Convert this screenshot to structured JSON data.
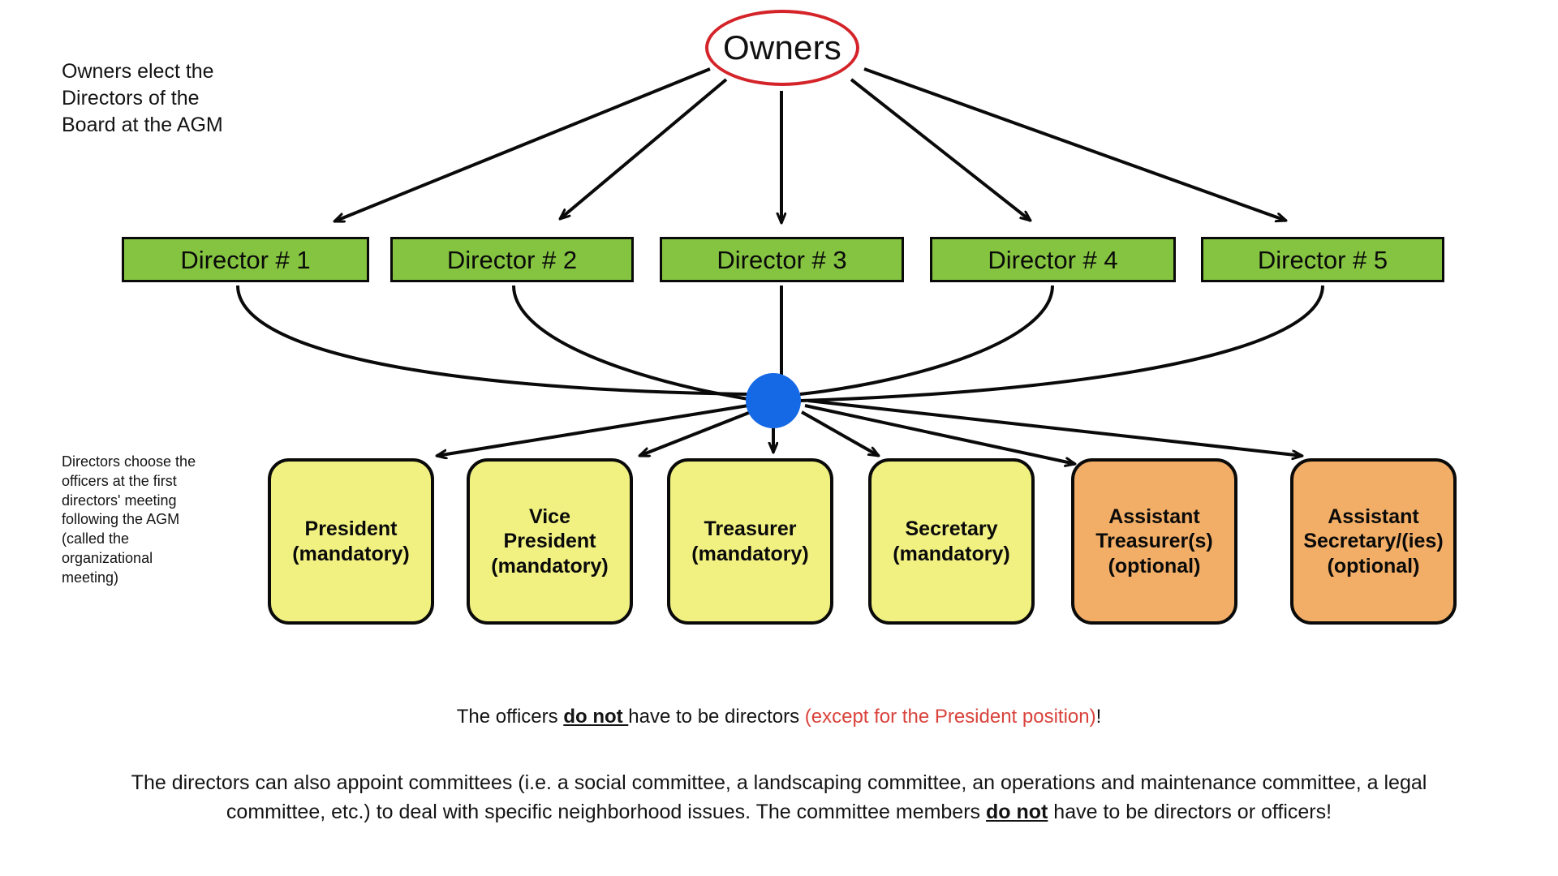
{
  "diagram": {
    "title_node": {
      "label": "Owners",
      "border_color": "#D4242A"
    },
    "notes": {
      "top_left": "Owners elect the\nDirectors of the\nBoard at the AGM",
      "mid_left": "Directors choose the\nofficers at the first\ndirectors' meeting\nfollowing the AGM\n(called the\norganizational\nmeeting)"
    },
    "directors": {
      "fill_color": "#85C440",
      "items": [
        {
          "label": "Director # 1"
        },
        {
          "label": "Director # 2"
        },
        {
          "label": "Director # 3"
        },
        {
          "label": "Director # 4"
        },
        {
          "label": "Director # 5"
        }
      ]
    },
    "hub": {
      "name": "board-of-directors-hub",
      "color": "#1569E5"
    },
    "officers": {
      "mandatory_fill": "#F1F182",
      "optional_fill": "#F2AE66",
      "items": [
        {
          "label": "President\n(mandatory)",
          "status": "mandatory"
        },
        {
          "label": "Vice\nPresident\n(mandatory)",
          "status": "mandatory"
        },
        {
          "label": "Treasurer\n(mandatory)",
          "status": "mandatory"
        },
        {
          "label": "Secretary\n(mandatory)",
          "status": "mandatory"
        },
        {
          "label": "Assistant\nTreasurer(s)\n(optional)",
          "status": "optional"
        },
        {
          "label": "Assistant\nSecretary/(ies)\n(optional)",
          "status": "optional"
        }
      ]
    },
    "footnotes": {
      "line1_part1": "The officers ",
      "line1_emphasis": "do not ",
      "line1_part2": "have to be directors ",
      "line1_red": "(except for the President position)",
      "line1_part3": "!",
      "line2_part1": "The directors can also appoint committees (i.e. a social committee, a landscaping committee, an operations and maintenance committee, a legal committee, etc.) to deal with specific neighborhood issues. The committee members ",
      "line2_emphasis": "do not",
      "line2_part2": " have to be directors or officers!"
    }
  }
}
